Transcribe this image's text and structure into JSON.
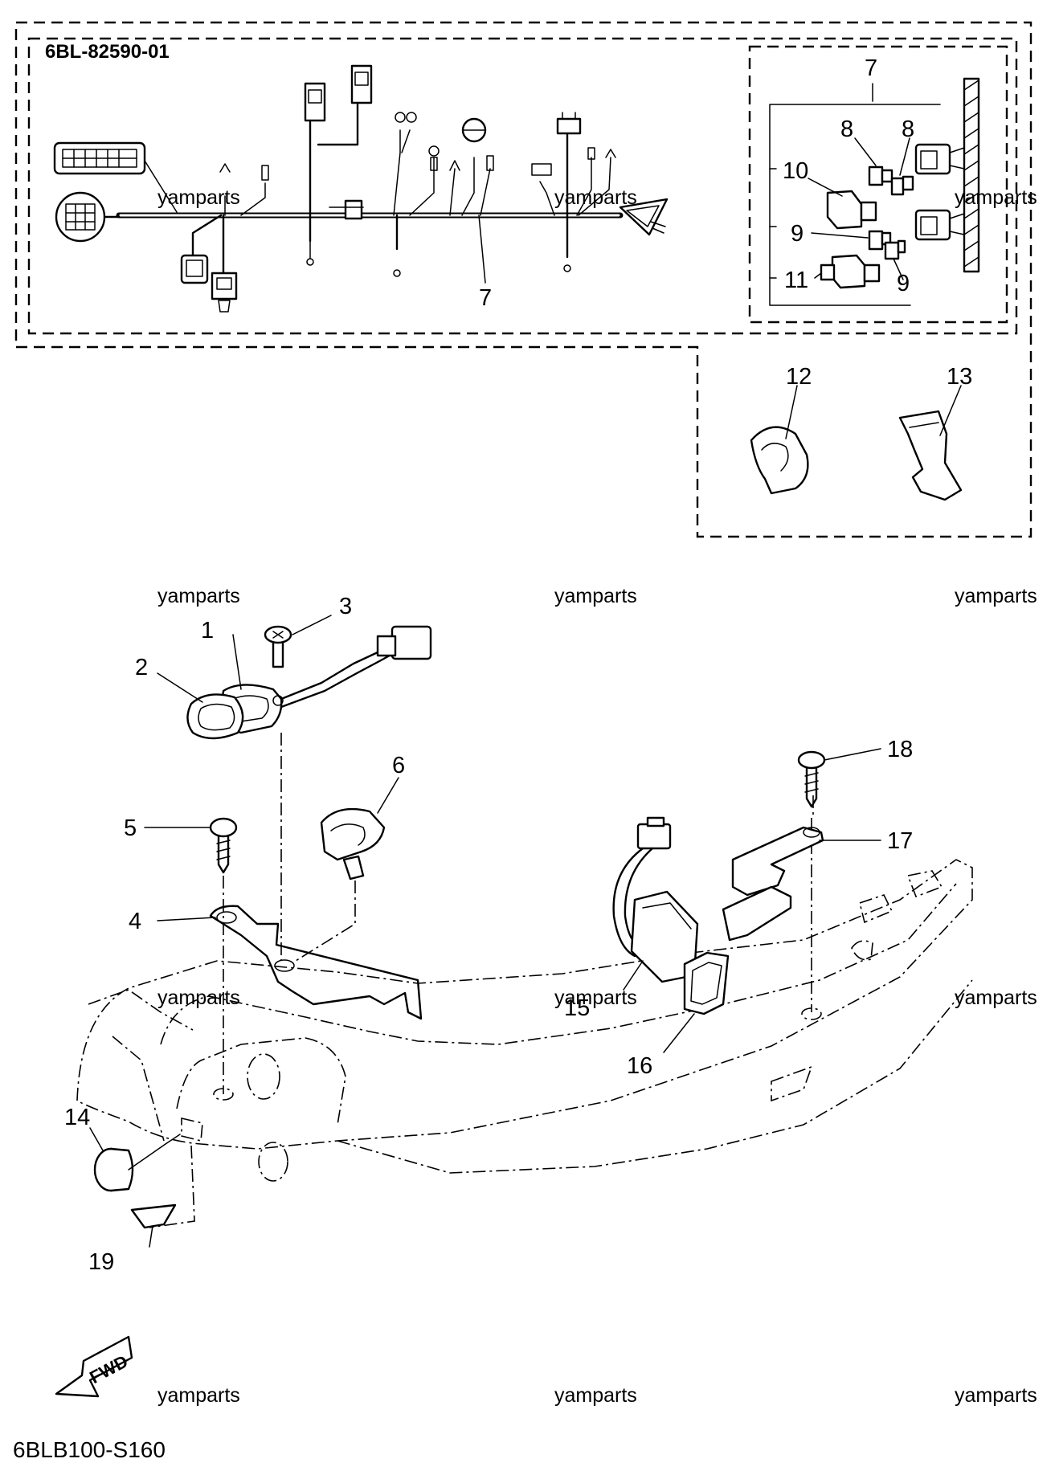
{
  "diagram": {
    "kit_code": "6BL-82590-01",
    "reference_code": "6BLB100-S160",
    "direction_label": "FWD",
    "watermark": "yamparts",
    "callouts": {
      "c1": "1",
      "c2": "2",
      "c3": "3",
      "c4": "4",
      "c5": "5",
      "c6": "6",
      "c7_harness": "7",
      "c7_detail": "7",
      "c8a": "8",
      "c8b": "8",
      "c9a": "9",
      "c9b": "9",
      "c10": "10",
      "c11": "11",
      "c12": "12",
      "c13": "13",
      "c14": "14",
      "c15": "15",
      "c16": "16",
      "c17": "17",
      "c18": "18",
      "c19": "19"
    }
  }
}
